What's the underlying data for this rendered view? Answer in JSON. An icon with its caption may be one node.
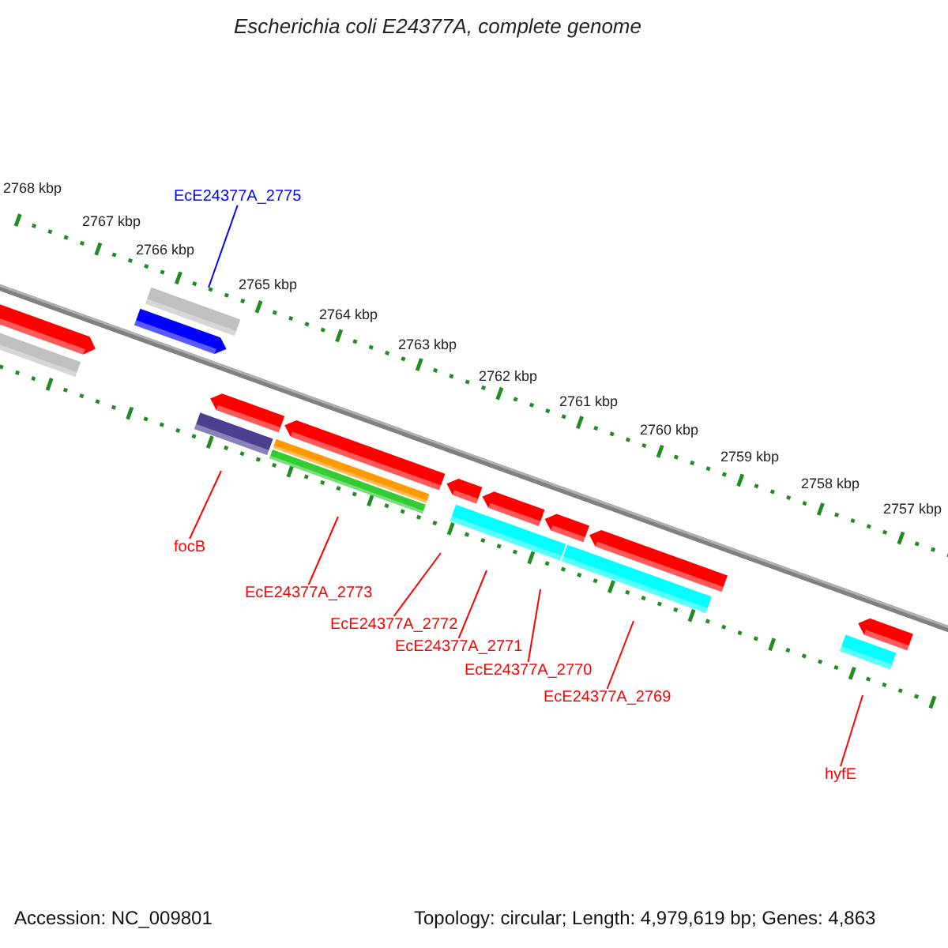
{
  "diagram": {
    "title": "Escherichia coli E24377A, complete genome",
    "nodes": [
      {
        "text": [
          "EcE24377A_2775"
        ]
      },
      {
        "text": [
          "focB"
        ]
      },
      {
        "text": [
          "EcE24377A_2773"
        ]
      },
      {
        "text": [
          "EcE24377A_2772"
        ]
      },
      {
        "text": [
          "EcE24377A_2771"
        ]
      },
      {
        "text": [
          "EcE24377A_2770"
        ]
      },
      {
        "text": [
          "EcE24377A_2769"
        ]
      },
      {
        "text": [
          "hyfE"
        ]
      }
    ],
    "edges": [
      {
        "from": 0,
        "to": null,
        "arrow": "none",
        "color": "#0000ff"
      },
      {
        "from": 1,
        "to": null,
        "arrow": "none"
      },
      {
        "from": 2,
        "to": null,
        "arrow": "none"
      },
      {
        "from": 3,
        "to": null,
        "arrow": "none"
      },
      {
        "from": 4,
        "to": null,
        "arrow": "none"
      },
      {
        "from": 5,
        "to": null,
        "arrow": "none"
      },
      {
        "from": 6,
        "to": null,
        "arrow": "none"
      },
      {
        "from": 7,
        "to": null,
        "arrow": "none"
      }
    ],
    "labels": [
      "2768 kbp",
      "2767 kbp",
      "2766 kbp",
      "2765 kbp",
      "2764 kbp",
      "2763 kbp",
      "2762 kbp",
      "2761 kbp",
      "2760 kbp",
      "2759 kbp",
      "2758 kbp",
      "2757 kbp",
      "Accession: NC_009801",
      "Topology: circular; Length: 4,979,619 bp; Genes: 4,863"
    ]
  }
}
